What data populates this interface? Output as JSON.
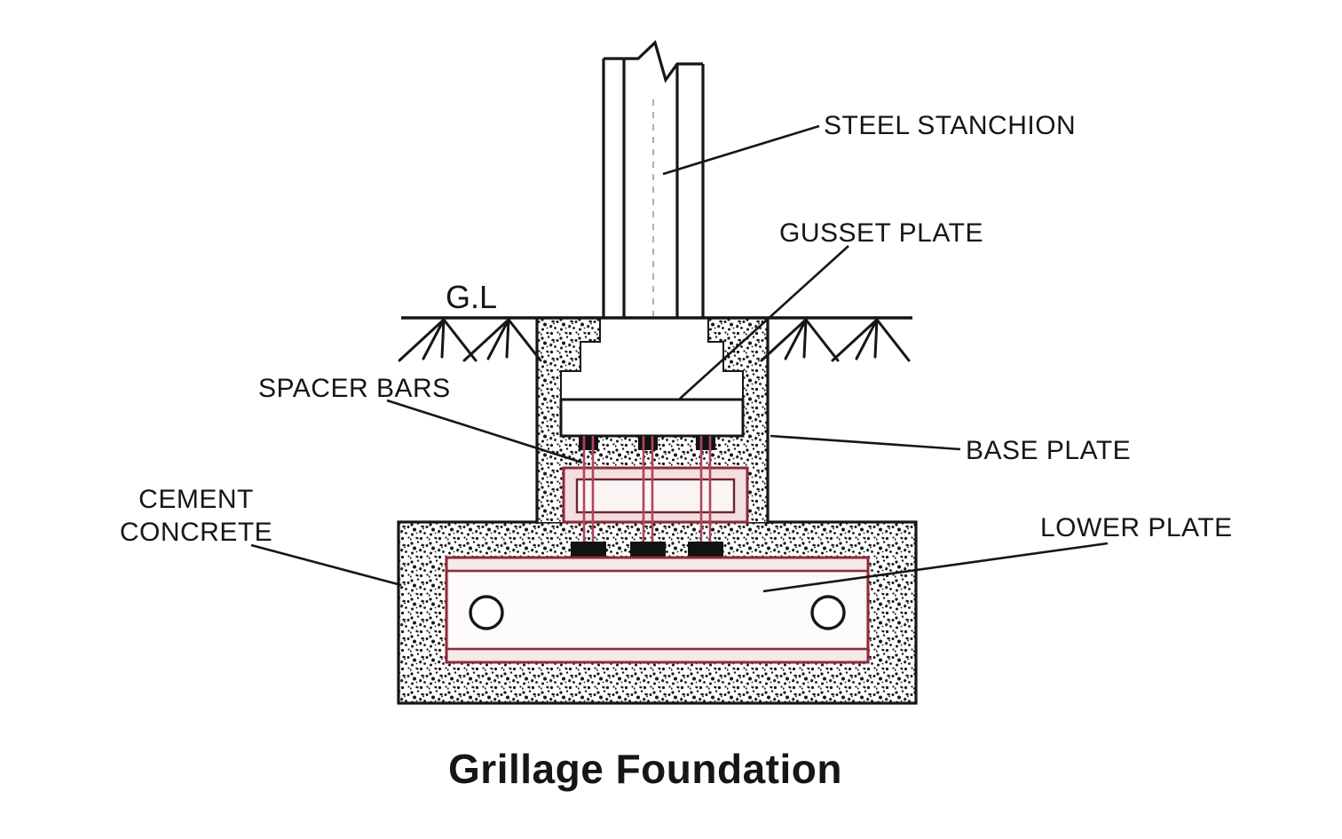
{
  "diagram": {
    "title": "Grillage Foundation",
    "labels": {
      "ground_level": "G.L",
      "steel_stanchion": "STEEL STANCHION",
      "gusset_plate": "GUSSET PLATE",
      "spacer_bars": "SPACER BARS",
      "base_plate": "BASE PLATE",
      "cement_concrete_line1": "CEMENT",
      "cement_concrete_line2": "CONCRETE",
      "lower_plate": "LOWER PLATE"
    },
    "colors": {
      "ink": "#161616",
      "beam_red": "#8e2a38",
      "beam_inner_red": "#6e2530",
      "bolt_red": "#b2455a",
      "beam_fill": "#f3dfe0",
      "plate_fill": "#f5e9e9",
      "pad_black": "#121212",
      "paper": "#ffffff"
    }
  }
}
